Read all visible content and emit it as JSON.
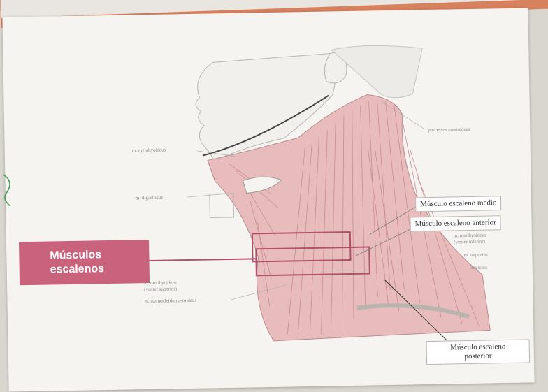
{
  "card": {
    "main_label_line1": "Músculos",
    "main_label_line2": "escalenos",
    "label_escaleno_medio": "Músculo escaleno medio",
    "label_escaleno_anterior": "Músculo escaleno anterior",
    "label_escaleno_posterior_line1": "Músculo escaleno",
    "label_escaleno_posterior_line2": "posterior",
    "faint_mylohyoideus": "m. mylohyoideus",
    "faint_digastricus": "m. digastricus",
    "faint_omohyoideus_lower": "m. omohyoideus",
    "faint_omohyoideus_lower_sub": "(venter superior)",
    "faint_sternocleido": "m. sternocleidomastoideus",
    "faint_processus": "processus mastoideus",
    "faint_omohyoideus_right": "m. omohyoideus",
    "faint_omohyoideus_right_sub": "(venter inferior)",
    "faint_trapezius": "m. trapezius",
    "faint_clavicula": "clavicula"
  },
  "colors": {
    "accent_pink": "#c8637b",
    "muscle_pink": "#e8bcbc",
    "muscle_lines": "#c98b92",
    "border_orange": "#d8815e"
  }
}
